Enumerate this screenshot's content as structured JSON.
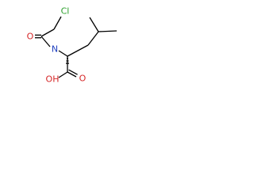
{
  "molecule": {
    "atoms": {
      "chlorine": "Cl",
      "carbonyl_oxygen": "O",
      "amide_nitrogen": "N",
      "hydroxyl": "OH",
      "acid_oxygen": "O"
    },
    "colors": {
      "chlorine": "#2ca02c",
      "oxygen": "#d62728",
      "nitrogen": "#1f3fbf",
      "bond": "#000000"
    }
  }
}
